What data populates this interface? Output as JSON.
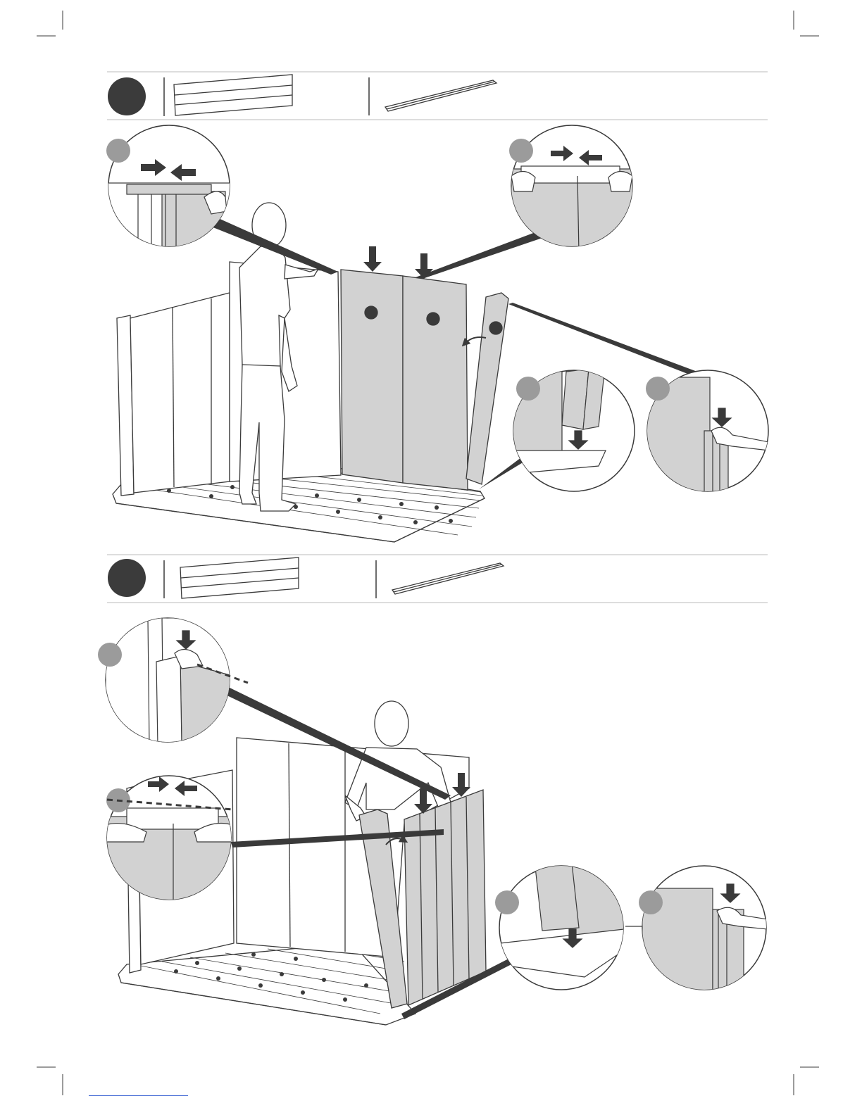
{
  "document": {
    "type": "assembly-instructions",
    "steps": [
      {
        "parts_row": [
          "wall-panel-part",
          "wall-rail-part"
        ],
        "main_illustration": "person-installing-rear-wall-panels",
        "detail_callouts": [
          "panel-top-joint",
          "panel-top-joint",
          "rail-base-insert",
          "rail-slide-down"
        ]
      },
      {
        "parts_row": [
          "wall-panel-part",
          "wall-rail-part"
        ],
        "main_illustration": "person-installing-side-wall-panels",
        "detail_callouts": [
          "rail-slide-down-top",
          "panel-top-joint",
          "rail-base-insert",
          "rail-slide-down"
        ]
      }
    ]
  },
  "colors": {
    "ink": "#3a3a3a",
    "panel_fill": "#d2d2d2",
    "callout_badge": "#9b9b9b",
    "step_badge": "#3b3b3b",
    "link_underline": "#4a6fd6"
  },
  "icons": [
    "arrow-down-icon",
    "arrow-right-icon",
    "arrow-left-icon",
    "curved-arrow-icon"
  ]
}
